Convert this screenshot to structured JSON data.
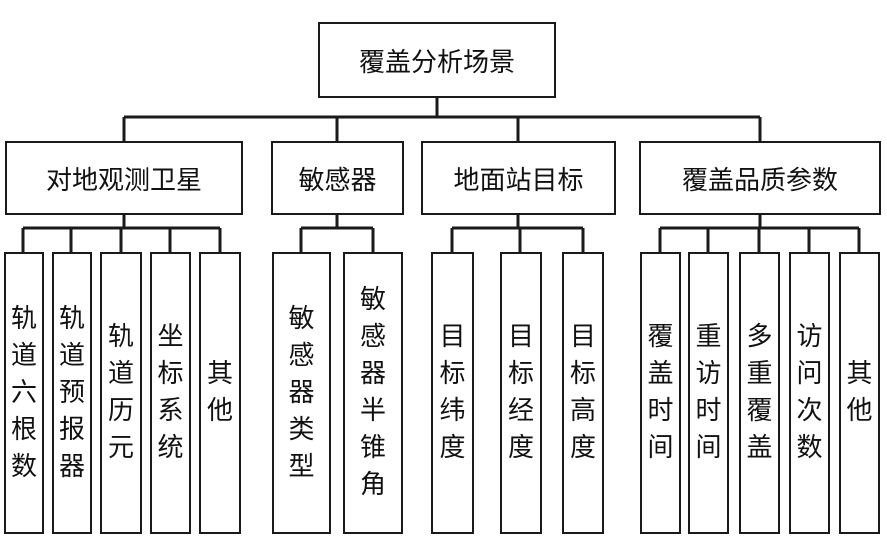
{
  "diagram": {
    "root": "覆盖分析场景",
    "categories": [
      {
        "label": "对地观测卫星",
        "children": [
          "轨道六根数",
          "轨道预报器",
          "轨道历元",
          "坐标系统",
          "其他"
        ]
      },
      {
        "label": "敏感器",
        "children": [
          "敏感器类型",
          "敏感器半锥角"
        ]
      },
      {
        "label": "地面站目标",
        "children": [
          "目标纬度",
          "目标经度",
          "目标高度"
        ]
      },
      {
        "label": "覆盖品质参数",
        "children": [
          "覆盖时间",
          "重访时间",
          "多重覆盖",
          "访问次数",
          "其他"
        ]
      }
    ]
  }
}
